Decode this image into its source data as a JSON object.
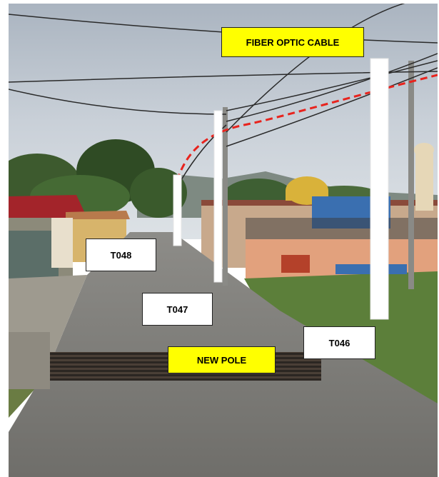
{
  "labels": {
    "fiber_optic_cable": "FIBER OPTIC CABLE",
    "t048": "T048",
    "t047": "T047",
    "t046": "T046",
    "new_pole": "NEW POLE"
  },
  "colors": {
    "label_yellow": "#ffff00",
    "label_white": "#ffffff",
    "cable_route": "#e8231d",
    "new_pole_marker": "#ffffff"
  }
}
